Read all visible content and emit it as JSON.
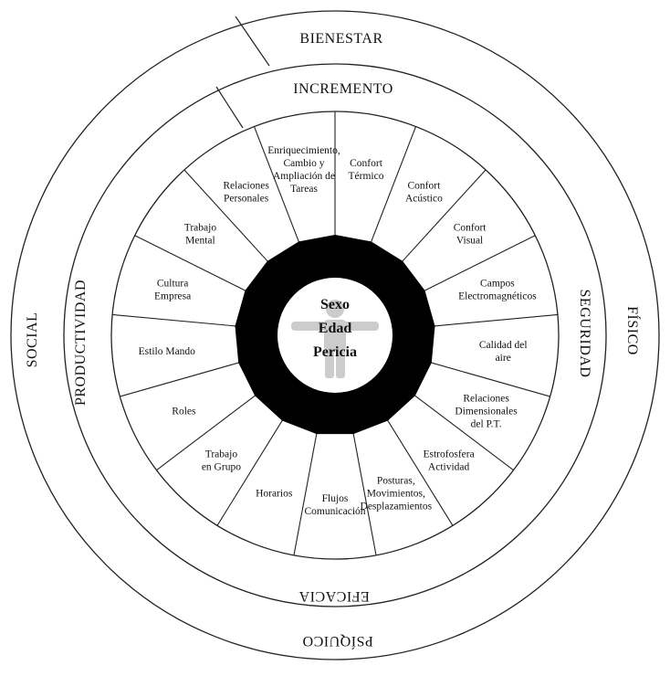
{
  "outer_ring": {
    "top": "BIENESTAR",
    "left": "SOCIAL",
    "right": "FÍSICO",
    "bottom": "PSÍQUICO"
  },
  "inner_ring": {
    "top": "INCREMENTO",
    "left": "PRODUCTIVIDAD",
    "right": "SEGURIDAD",
    "bottom": "EFICACIA"
  },
  "segments": [
    {
      "lines": [
        "Confort",
        "Térmico"
      ]
    },
    {
      "lines": [
        "Confort",
        "Acústico"
      ]
    },
    {
      "lines": [
        "Confort",
        "Visual"
      ]
    },
    {
      "lines": [
        "Campos",
        "Electromagnéticos"
      ]
    },
    {
      "lines": [
        "Calidad del",
        "aire"
      ]
    },
    {
      "lines": [
        "Relaciones",
        "Dimensionales",
        "del P.T."
      ]
    },
    {
      "lines": [
        "Estrofosfera",
        "Actividad"
      ]
    },
    {
      "lines": [
        "Posturas,",
        "Movimientos,",
        "Desplazamientos"
      ]
    },
    {
      "lines": [
        "Flujos",
        "Comunicación"
      ]
    },
    {
      "lines": [
        "Horarios"
      ]
    },
    {
      "lines": [
        "Trabajo",
        "en Grupo"
      ]
    },
    {
      "lines": [
        "Roles"
      ]
    },
    {
      "lines": [
        "Estilo Mando"
      ]
    },
    {
      "lines": [
        "Cultura",
        "Empresa"
      ]
    },
    {
      "lines": [
        "Trabajo",
        "Mental"
      ]
    },
    {
      "lines": [
        "Relaciones",
        "Personales"
      ]
    },
    {
      "lines": [
        "Enriquecimiento,",
        "Cambio y",
        "Ampliación de",
        "Tareas"
      ]
    }
  ],
  "center": [
    "Sexo",
    "Edad",
    "Pericia"
  ],
  "icons": {
    "center_figure": "person-icon"
  },
  "colors": {
    "core": "#000000",
    "figure": "#cccccc",
    "line": "#222222"
  }
}
